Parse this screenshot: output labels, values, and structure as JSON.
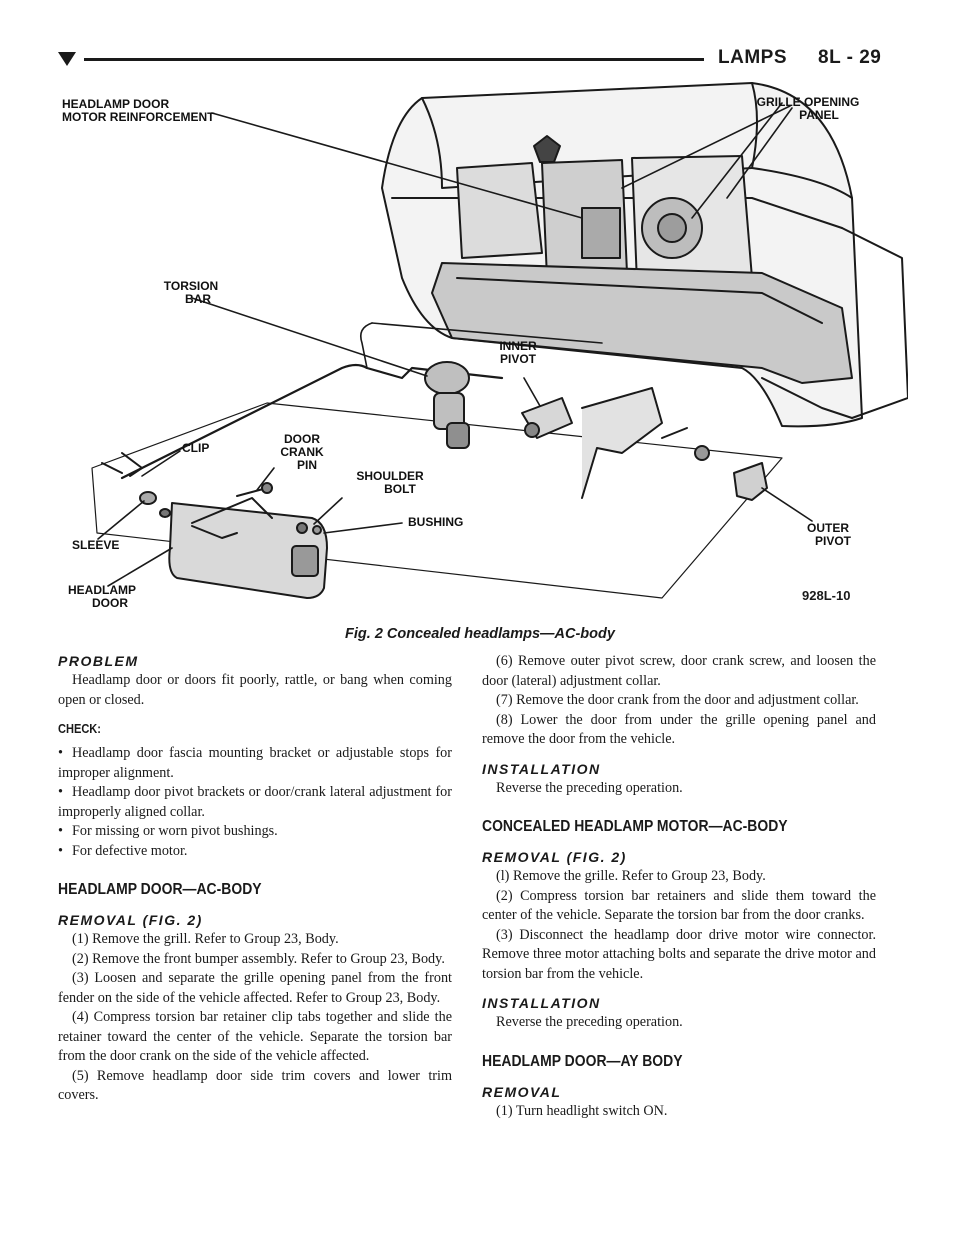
{
  "header": {
    "section": "LAMPS",
    "page": "8L - 29"
  },
  "figure": {
    "labels": {
      "motor_reinforcement": [
        "HEADLAMP DOOR",
        "MOTOR REINFORCEMENT"
      ],
      "grille_panel": [
        "GRILLE OPENING",
        "PANEL"
      ],
      "torsion_bar": [
        "TORSION",
        "BAR"
      ],
      "inner_pivot": [
        "INNER",
        "PIVOT"
      ],
      "clip": "CLIP",
      "door_crank_pin": [
        "DOOR",
        "CRANK",
        "PIN"
      ],
      "shoulder_bolt": [
        "SHOULDER",
        "BOLT"
      ],
      "bushing": "BUSHING",
      "sleeve": "SLEEVE",
      "headlamp_door": [
        "HEADLAMP",
        "DOOR"
      ],
      "outer_pivot": [
        "OUTER",
        "PIVOT"
      ]
    },
    "code": "928L-10",
    "caption": "Fig. 2 Concealed headlamps—AC-body"
  },
  "left": {
    "problem_heading": "PROBLEM",
    "problem_text": "Headlamp door or doors fit poorly, rattle, or bang when coming open or closed.",
    "check_heading": "CHECK:",
    "bullets": [
      "Headlamp door fascia mounting bracket or adjustable stops for improper alignment.",
      "Headlamp door pivot brackets or door/crank lateral adjustment for improperly aligned collar.",
      "For missing or worn pivot bushings.",
      "For defective motor."
    ],
    "section_heading": "HEADLAMP DOOR—AC-BODY",
    "removal_heading": "REMOVAL (FIG. 2)",
    "steps": [
      "(1) Remove the grill. Refer to Group 23, Body.",
      "(2) Remove the front bumper assembly. Refer to Group 23, Body.",
      "(3) Loosen and separate the grille opening panel from the front fender on the side of the vehicle affected. Refer to Group 23, Body.",
      "(4) Compress torsion bar retainer clip tabs together and slide the retainer toward the center of the vehicle. Separate the torsion bar from the door crank on the side of the vehicle affected.",
      "(5) Remove headlamp door side trim covers and lower trim covers."
    ]
  },
  "right": {
    "steps_cont": [
      "(6) Remove outer pivot screw, door crank screw, and loosen the door (lateral) adjustment collar.",
      "(7) Remove the door crank from the door and adjustment collar.",
      "(8) Lower the door from under the grille opening panel and remove the door from the vehicle."
    ],
    "install1_heading": "INSTALLATION",
    "install1_text": "Reverse the preceding operation.",
    "motor_heading": "CONCEALED HEADLAMP MOTOR—AC-BODY",
    "motor_removal_heading": "REMOVAL (FIG. 2)",
    "motor_steps": [
      "(l) Remove the grille. Refer to Group 23, Body.",
      "(2) Compress torsion bar retainers and slide them toward the center of the vehicle. Separate the torsion bar from the door cranks.",
      "(3) Disconnect the headlamp door drive motor wire connector. Remove three motor attaching bolts and separate the drive motor and torsion bar from the vehicle."
    ],
    "install2_heading": "INSTALLATION",
    "install2_text": "Reverse the preceding operation.",
    "ay_heading": "HEADLAMP DOOR—AY BODY",
    "ay_removal_heading": "REMOVAL",
    "ay_steps": [
      "(1) Turn headlight switch ON."
    ]
  }
}
